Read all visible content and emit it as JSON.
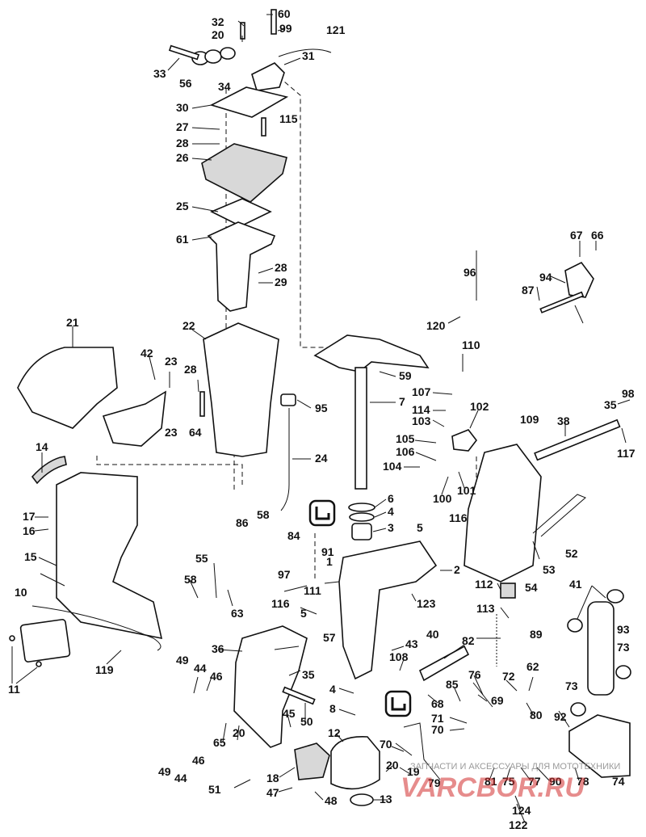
{
  "callouts": [
    "1",
    "2",
    "3",
    "4",
    "5",
    "6",
    "7",
    "8",
    "10",
    "11",
    "12",
    "13",
    "14",
    "15",
    "16",
    "17",
    "18",
    "19",
    "20",
    "21",
    "22",
    "23",
    "24",
    "25",
    "26",
    "27",
    "28",
    "29",
    "30",
    "31",
    "32",
    "33",
    "34",
    "35",
    "36",
    "38",
    "40",
    "41",
    "42",
    "43",
    "44",
    "45",
    "46",
    "47",
    "48",
    "49",
    "50",
    "51",
    "52",
    "53",
    "54",
    "55",
    "56",
    "57",
    "58",
    "59",
    "60",
    "61",
    "62",
    "63",
    "64",
    "65",
    "66",
    "67",
    "68",
    "69",
    "70",
    "71",
    "72",
    "73",
    "74",
    "75",
    "76",
    "77",
    "78",
    "79",
    "80",
    "81",
    "82",
    "84",
    "85",
    "86",
    "87",
    "89",
    "90",
    "91",
    "92",
    "93",
    "94",
    "95",
    "96",
    "97",
    "98",
    "99",
    "100",
    "101",
    "102",
    "103",
    "104",
    "105",
    "106",
    "107",
    "108",
    "109",
    "110",
    "111",
    "112",
    "113",
    "114",
    "115",
    "116",
    "117",
    "119",
    "120",
    "121",
    "122",
    "123",
    "124"
  ],
  "watermark": {
    "caption": "ЗАПЧАСТИ И АКСЕССУАРЫ ДЛЯ МОТОТЕХНИКИ",
    "logo": "VARCBOR.RU"
  }
}
